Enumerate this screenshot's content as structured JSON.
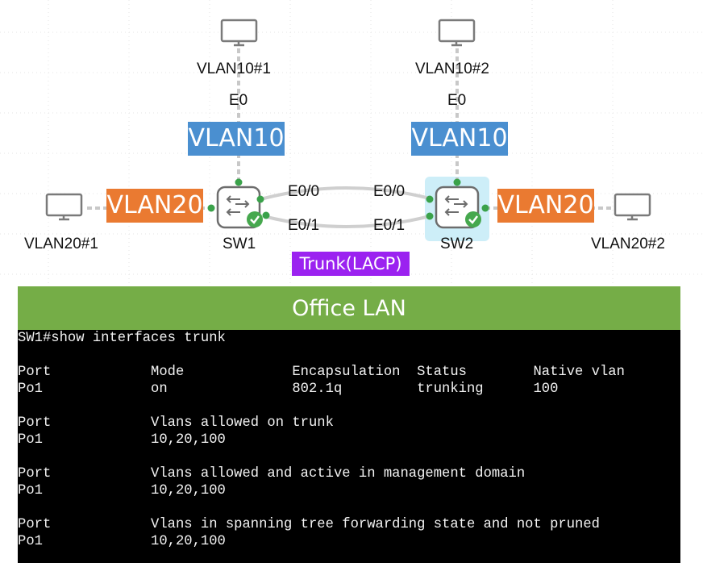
{
  "nodes": {
    "pc_vlan10_1": {
      "label": "VLAN10#1",
      "icon": "monitor-icon"
    },
    "pc_vlan10_2": {
      "label": "VLAN10#2",
      "icon": "monitor-icon"
    },
    "pc_vlan20_1": {
      "label": "VLAN20#1",
      "icon": "monitor-icon"
    },
    "pc_vlan20_2": {
      "label": "VLAN20#2",
      "icon": "monitor-icon"
    },
    "sw1": {
      "label": "SW1",
      "icon": "switch-icon"
    },
    "sw2": {
      "label": "SW2",
      "icon": "switch-icon"
    }
  },
  "ports": {
    "pc10_1": "E0",
    "pc10_2": "E0",
    "sw1_top": "E0/0",
    "sw1_bottom": "E0/1",
    "sw2_top": "E0/0",
    "sw2_bottom": "E0/1"
  },
  "tags": {
    "vlan10_left": "VLAN10",
    "vlan10_right": "VLAN10",
    "vlan20_left": "VLAN20",
    "vlan20_right": "VLAN20",
    "trunk": "Trunk(LACP)"
  },
  "banner": "Office LAN",
  "terminal": {
    "lines": [
      "SW1#show interfaces trunk",
      "Port            Mode             Encapsulation  Status        Native vlan",
      "Po1             on               802.1q         trunking      100",
      "Port            Vlans allowed on trunk",
      "Po1             10,20,100",
      "Port            Vlans allowed and active in management domain",
      "Po1             10,20,100",
      "Port            Vlans in spanning tree forwarding state and not pruned",
      "Po1             10,20,100"
    ]
  },
  "colors": {
    "vlan10": "#4a8fd0",
    "vlan20": "#ea7a31",
    "trunk": "#9b22f0",
    "banner": "#75ad47",
    "port_dot": "#3aa24a",
    "terminal_bg": "#000000",
    "terminal_fg": "#f2f2f2",
    "selection_highlight": "#cdeef8"
  }
}
